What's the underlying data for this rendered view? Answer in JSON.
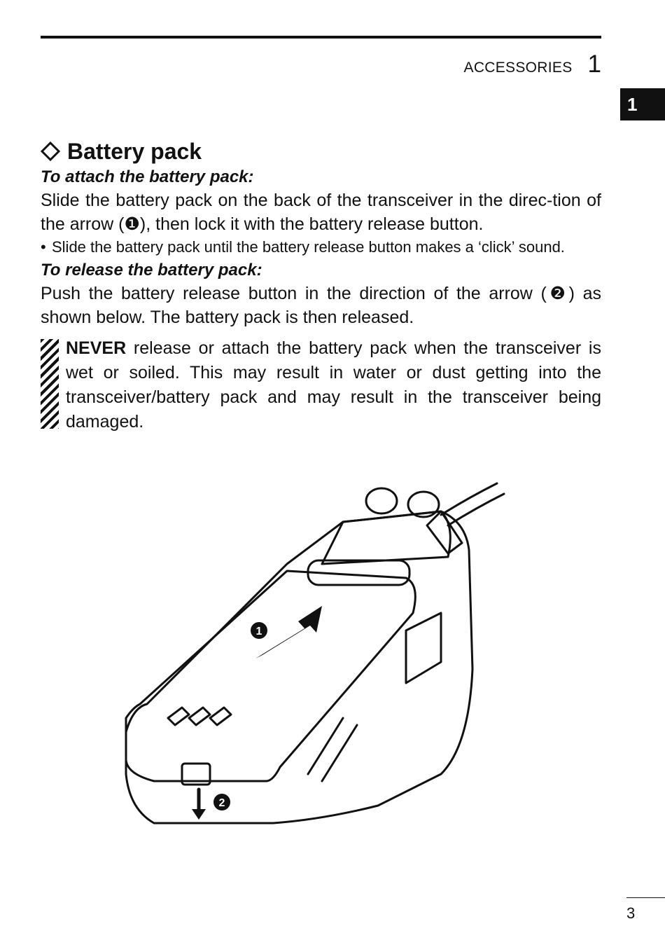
{
  "header": {
    "section": "ACCESSORIES",
    "chapter": "1"
  },
  "side_tab": "1",
  "heading": "Battery pack",
  "attach": {
    "title": "To attach the battery pack:",
    "text_a": "Slide the battery pack on the back of the transceiver in the direc-tion of the arrow (",
    "marker": "❶",
    "text_b": "), then lock it with the battery release button.",
    "bullet": "Slide the battery pack until the battery release button makes a ‘click’ sound."
  },
  "release": {
    "title": "To release the battery pack:",
    "text_a": "Push the battery release button in the direction of the arrow (",
    "marker": "❷",
    "text_b": ") as shown below. The battery pack is then released."
  },
  "caution": {
    "emphasis": "NEVER",
    "text": " release or attach the battery pack when the transceiver is wet or soiled. This may result in water or dust getting into the transceiver/battery pack and may result in the transceiver being damaged."
  },
  "figure": {
    "label_1": "1",
    "label_2": "2"
  },
  "page_number": "3"
}
